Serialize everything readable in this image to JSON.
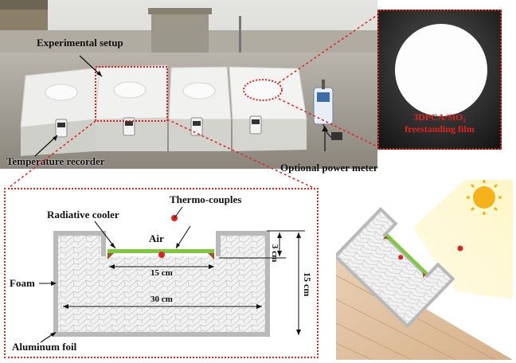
{
  "photo": {
    "setup_label": "Experimental  setup",
    "recorder_label": "Temperature recorder",
    "meter_label": "Optional power meter"
  },
  "film": {
    "caption_line1": "3DPCA/SiO₂",
    "caption_line2": "freestanding film"
  },
  "diagram": {
    "thermocouples_label": "Thermo-couples",
    "cooler_label": "Radiative cooler",
    "air_label": "Air",
    "foam_label": "Foam",
    "foil_label": "Aluminum foil",
    "dim_3cm": "3 cm",
    "dim_15cm_height": "15 cm",
    "dim_15cm_width": "15 cm",
    "dim_30cm": "30 cm"
  },
  "colors": {
    "dotted_border": "#e0231f",
    "cooler_green": "#7ec83a",
    "foil_gray": "#b9b9b9",
    "sun": "#f6b21b"
  }
}
